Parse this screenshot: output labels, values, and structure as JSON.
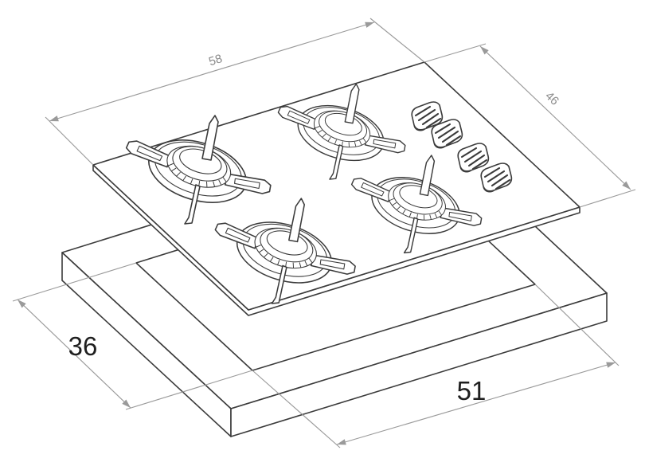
{
  "diagram": {
    "title": "gas-hob-installation-dimensions",
    "burner_count": 4,
    "knob_count": 4,
    "dimension_labels": {
      "hob_width": "58",
      "hob_depth": "46",
      "cutout_depth": "36",
      "cutout_width": "51"
    },
    "colors": {
      "outline": "#3b3b3b",
      "dimension_lines": "#9a9a9a",
      "small_label": "#8a8a8a",
      "large_label": "#1f1f1f",
      "background": "#ffffff"
    }
  }
}
